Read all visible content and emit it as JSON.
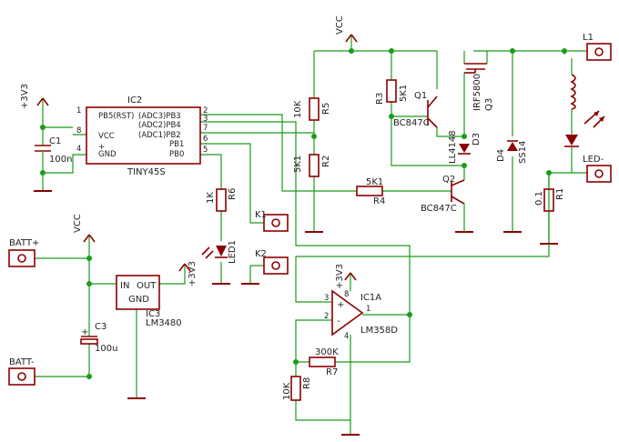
{
  "supplies": {
    "vcc": "VCC",
    "v3": "+3V3"
  },
  "ic2": {
    "name": "IC2",
    "value": "TINY45S",
    "pins_left": [
      "PB5(RST)",
      "VCC",
      "+",
      "GND"
    ],
    "pins_right": [
      "(ADC3)PB3",
      "(ADC2)PB4",
      "(ADC1)PB2",
      "PB1",
      "PB0"
    ],
    "pin_numbers": [
      "1",
      "8",
      "4",
      "2",
      "3",
      "7",
      "6",
      "5"
    ]
  },
  "c1": {
    "name": "C1",
    "value": "100n"
  },
  "r5": {
    "name": "R5",
    "value": "10K"
  },
  "r2": {
    "name": "R2",
    "value": "5K1"
  },
  "r3": {
    "name": "R3",
    "value": "5K1"
  },
  "r4": {
    "name": "R4",
    "value": "5K1"
  },
  "r1": {
    "name": "R1",
    "value": "0.1"
  },
  "r6": {
    "name": "R6",
    "value": "1K"
  },
  "r7": {
    "name": "R7",
    "value": "300K"
  },
  "r8": {
    "name": "R8",
    "value": "10K"
  },
  "q1": {
    "name": "Q1",
    "value": "BC847C"
  },
  "q2": {
    "name": "Q2",
    "value": "BC847C"
  },
  "q3": {
    "name": "Q3",
    "value": "IRF5800"
  },
  "d3": {
    "name": "D3",
    "value": "LL4148"
  },
  "d4": {
    "name": "D4",
    "value": "SS14"
  },
  "led1": {
    "name": "LED1"
  },
  "ic1": {
    "name": "IC1A",
    "value": "LM358D",
    "plus": "+",
    "minus": "-",
    "pins": [
      "3",
      "2",
      "1",
      "8",
      "4"
    ]
  },
  "c3": {
    "name": "C3",
    "value": "100u",
    "polarity": "+"
  },
  "ic3": {
    "name": "IC3",
    "value": "LM3480",
    "pin_in": "IN",
    "pin_out": "OUT",
    "pin_gnd": "GND"
  },
  "connectors": {
    "l1": "L1",
    "led_minus": "LED-",
    "k1": "K1",
    "k2": "K2",
    "batt_plus": "BATT+",
    "batt_minus": "BATT-"
  }
}
